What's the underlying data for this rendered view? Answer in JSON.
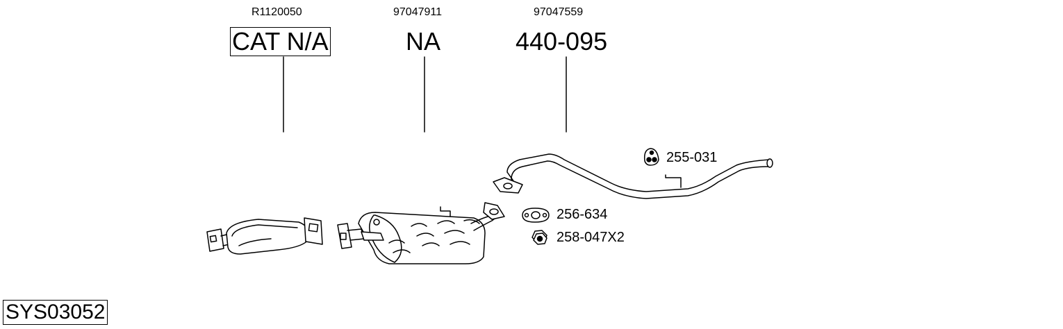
{
  "diagram": {
    "system_code": "SYS03052",
    "parts": [
      {
        "ref": "R1120050",
        "code": "CAT N/A"
      },
      {
        "ref": "97047911",
        "code": "NA"
      },
      {
        "ref": "97047559",
        "code": "440-095"
      }
    ],
    "accessories": [
      {
        "code": "255-031"
      },
      {
        "code": "256-634"
      },
      {
        "code": "258-047X2"
      }
    ]
  }
}
